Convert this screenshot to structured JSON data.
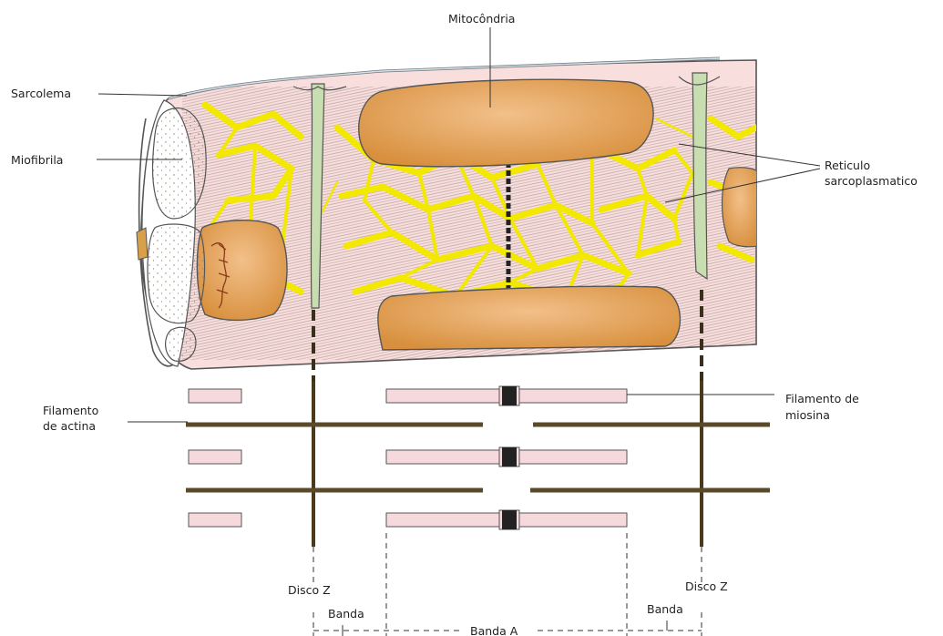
{
  "labels": {
    "mitochondria": "Mitocôndria",
    "sarcolemma": "Sarcolema",
    "myofibril": "Miofibrila",
    "sr_line1": "Reticulo",
    "sr_line2": "sarcoplasmatico",
    "actin_line1": "Filamento",
    "actin_line2": "de actina",
    "myosin_line1": "Filamento de",
    "myosin_line2": "miosina",
    "z_disc_left": "Disco Z",
    "z_disc_right": "Disco Z",
    "band_left": "Banda",
    "band_right": "Banda",
    "band_a": "Banda A"
  },
  "colors": {
    "cytoplasm": "#f9dede",
    "mitochondria": "#e8a45a",
    "reticulum": "#f2e800",
    "t_tubule": "#c8deb0",
    "actin": "#5a4a2a",
    "myosin": "#f6d9dc",
    "outline": "#555555"
  }
}
